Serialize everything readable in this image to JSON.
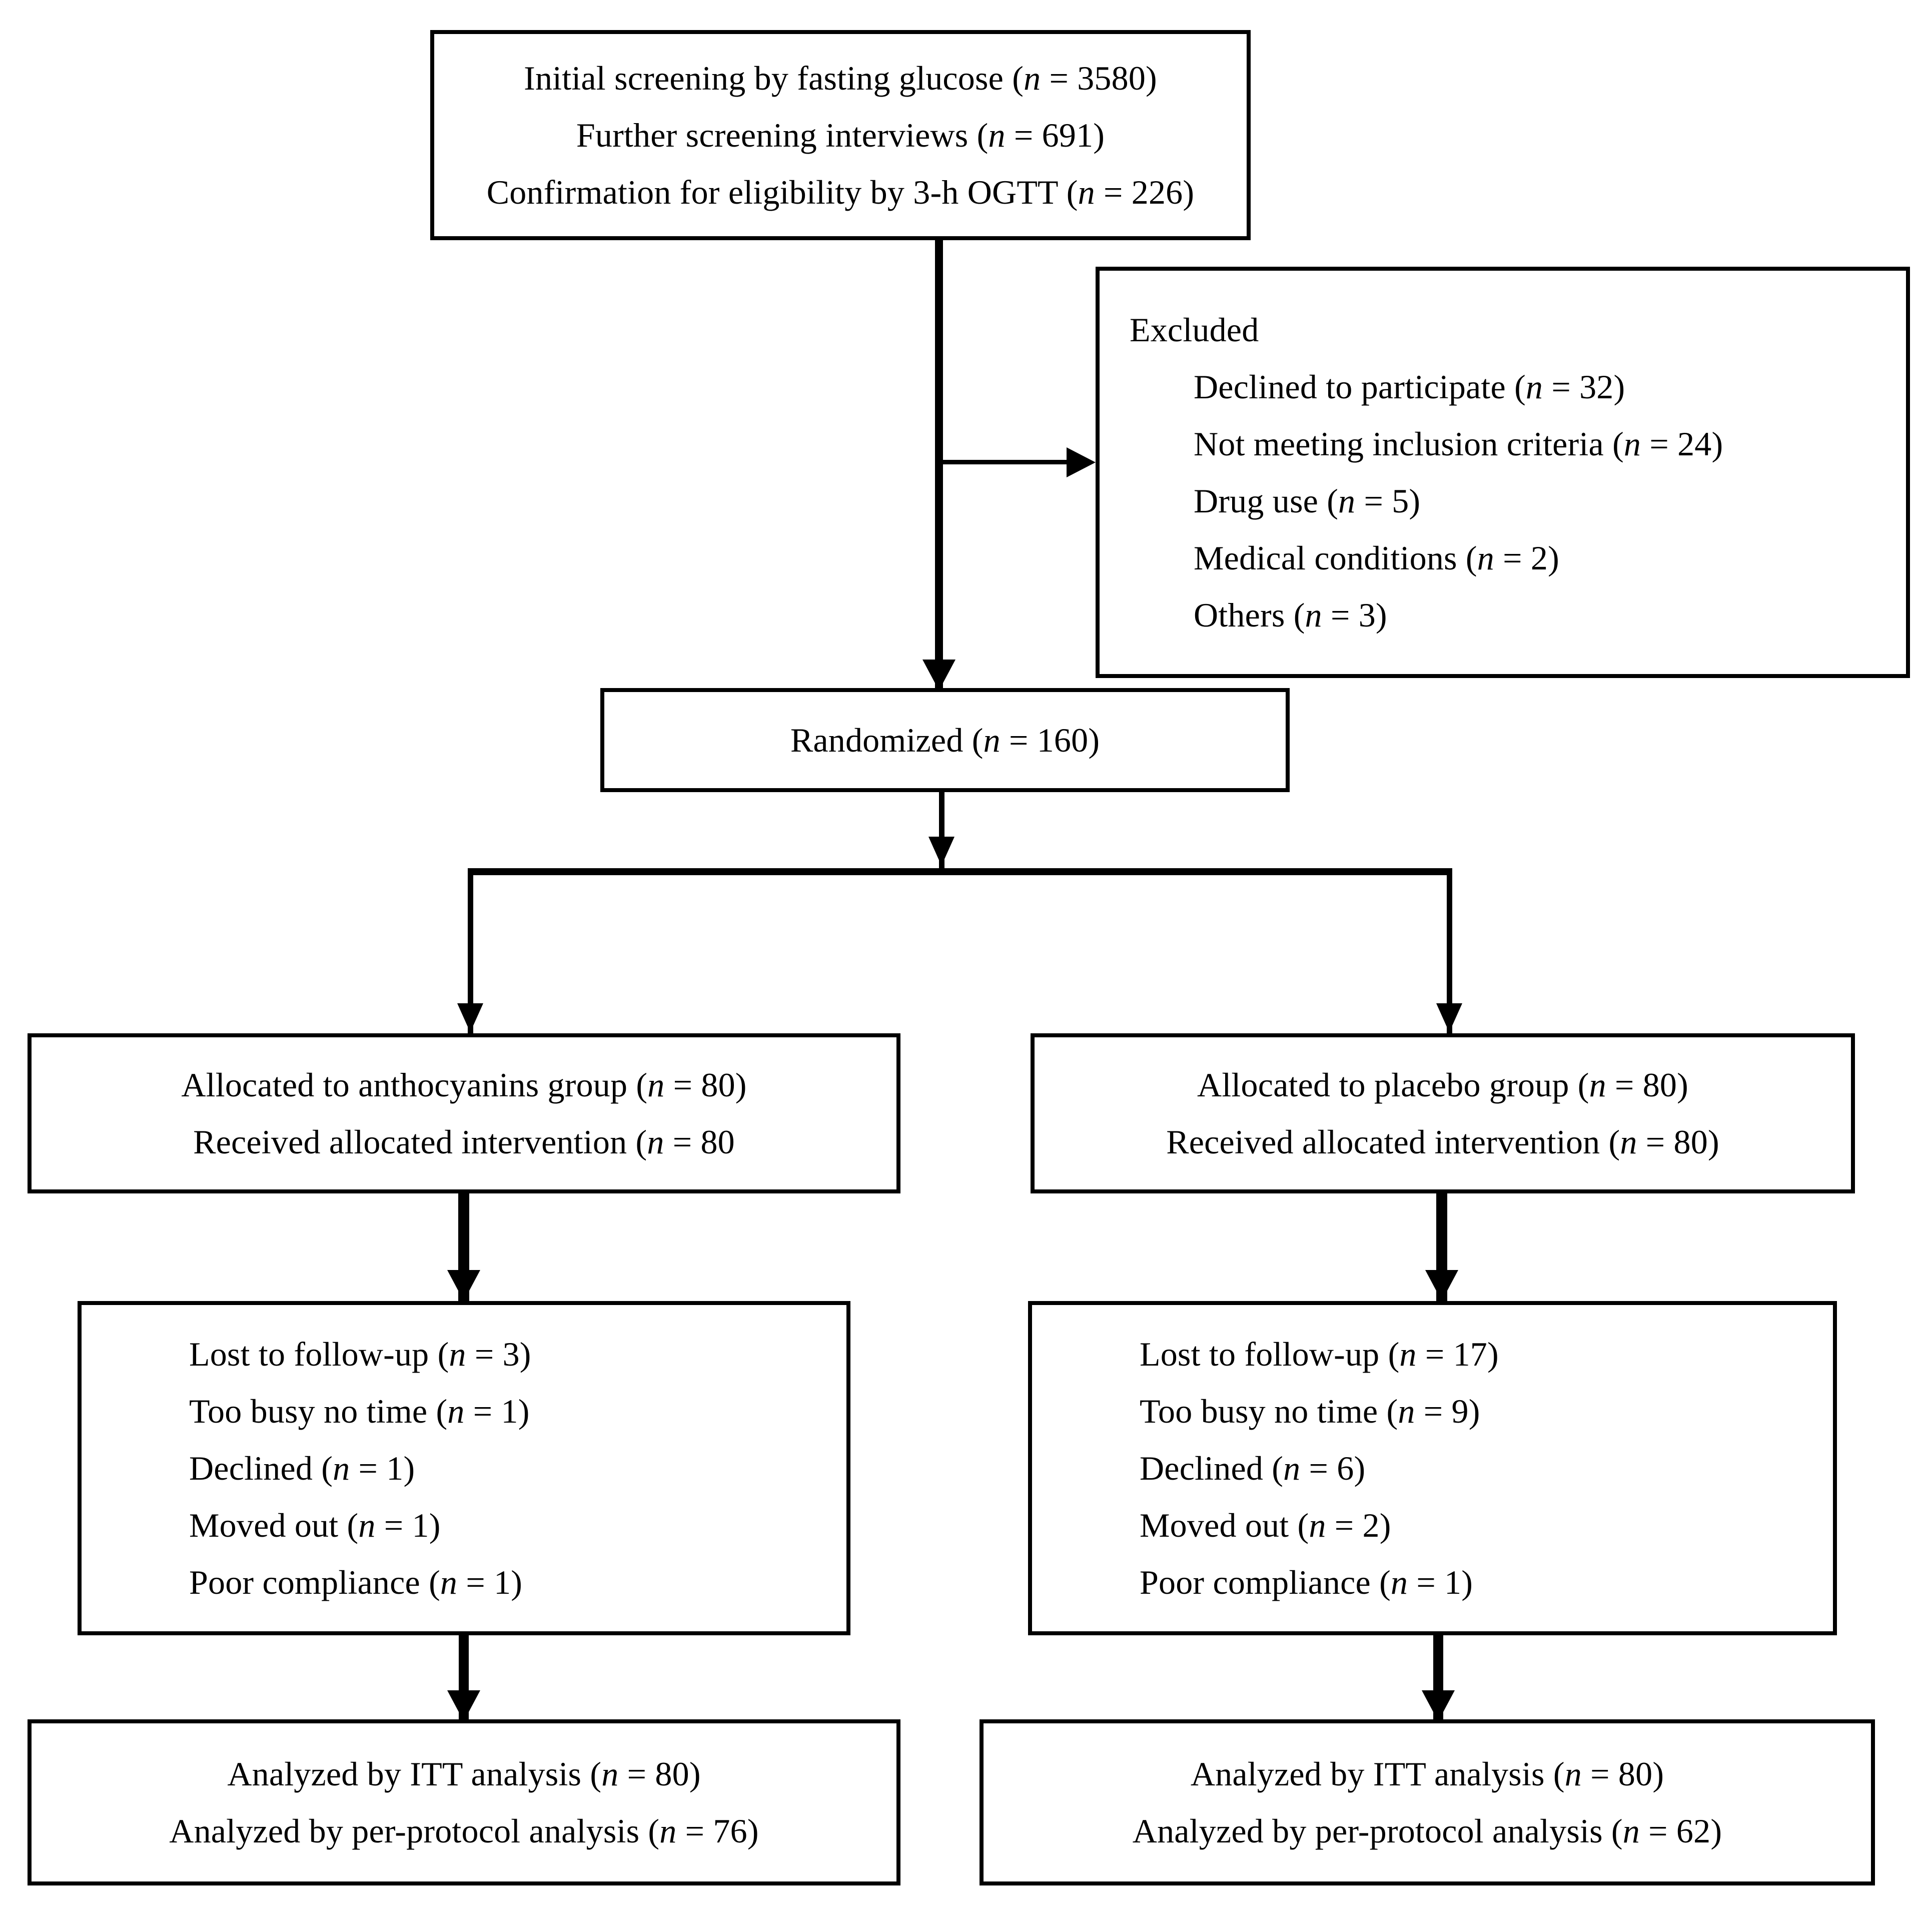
{
  "diagram": {
    "title": "CONSORT participant flow diagram",
    "type": "flowchart",
    "stroke_color": "#000000",
    "background_color": "#ffffff"
  },
  "nodes": {
    "screening": {
      "name": "screening-box",
      "lines": [
        "Initial screening by fasting glucose (n = 3580)",
        "Further screening interviews (n = 691)",
        "Confirmation for eligibility by 3-h OGTT (n = 226)"
      ],
      "parts": [
        {
          "text": "Initial screening by fasting glucose (",
          "ital": "n",
          "tail": " = 3580)"
        },
        {
          "text": "Further screening interviews (",
          "ital": "n",
          "tail": " = 691)"
        },
        {
          "text": "Confirmation for eligibility by 3-h OGTT (",
          "ital": "n",
          "tail": " = 226)"
        }
      ]
    },
    "excluded": {
      "name": "excluded-box",
      "heading": "Excluded",
      "items": [
        {
          "text": "Declined to participate (",
          "ital": "n",
          "tail": " = 32)"
        },
        {
          "text": "Not meeting inclusion criteria (",
          "ital": "n",
          "tail": " = 24)"
        },
        {
          "text": "Drug use (",
          "ital": "n",
          "tail": " = 5)"
        },
        {
          "text": "Medical conditions (",
          "ital": "n",
          "tail": " = 2)"
        },
        {
          "text": "Others (",
          "ital": "n",
          "tail": " = 3)"
        }
      ]
    },
    "randomized": {
      "name": "randomized-box",
      "parts": [
        {
          "text": "Randomized (",
          "ital": "n",
          "tail": " = 160)"
        }
      ]
    },
    "allocation_left": {
      "name": "allocated-anthocyanins-box",
      "parts": [
        {
          "text": "Allocated to anthocyanins group (",
          "ital": "n",
          "tail": " = 80)"
        },
        {
          "text": "Received allocated intervention (",
          "ital": "n",
          "tail": " = 80"
        }
      ]
    },
    "allocation_right": {
      "name": "allocated-placebo-box",
      "parts": [
        {
          "text": "Allocated to placebo group (",
          "ital": "n",
          "tail": " = 80)"
        },
        {
          "text": "Received allocated intervention (",
          "ital": "n",
          "tail": " = 80)"
        }
      ]
    },
    "followup_left": {
      "name": "followup-anthocyanins-box",
      "parts": [
        {
          "text": "Lost to follow-up (",
          "ital": "n",
          "tail": " = 3)"
        },
        {
          "text": "Too busy no time (",
          "ital": "n",
          "tail": " = 1)"
        },
        {
          "text": "Declined (",
          "ital": "n",
          "tail": " = 1)"
        },
        {
          "text": "Moved out (",
          "ital": "n",
          "tail": " = 1)"
        },
        {
          "text": "Poor compliance (",
          "ital": "n",
          "tail": " = 1)"
        }
      ]
    },
    "followup_right": {
      "name": "followup-placebo-box",
      "parts": [
        {
          "text": "Lost to follow-up (",
          "ital": "n",
          "tail": " = 17)"
        },
        {
          "text": "Too busy no time (",
          "ital": "n",
          "tail": " = 9)"
        },
        {
          "text": "Declined (",
          "ital": "n",
          "tail": " = 6)"
        },
        {
          "text": "Moved out (",
          "ital": "n",
          "tail": " = 2)"
        },
        {
          "text": "Poor compliance (",
          "ital": "n",
          "tail": " = 1)"
        }
      ]
    },
    "analysis_left": {
      "name": "analysis-anthocyanins-box",
      "parts": [
        {
          "text": "Analyzed by ITT analysis (",
          "ital": "n",
          "tail": " = 80)"
        },
        {
          "text": "Analyzed by per-protocol analysis (",
          "ital": "n",
          "tail": " = 76)"
        }
      ]
    },
    "analysis_right": {
      "name": "analysis-placebo-box",
      "parts": [
        {
          "text": "Analyzed by ITT analysis (",
          "ital": "n",
          "tail": " = 80)"
        },
        {
          "text": "Analyzed by per-protocol analysis (",
          "ital": "n",
          "tail": " = 62)"
        }
      ]
    }
  },
  "chart_data": {
    "type": "flow",
    "title": "CONSORT participant flow diagram",
    "stages": [
      {
        "stage": "Initial screening by fasting glucose",
        "n": 3580
      },
      {
        "stage": "Further screening interviews",
        "n": 691
      },
      {
        "stage": "Confirmation for eligibility by 3-h OGTT",
        "n": 226
      },
      {
        "stage": "Randomized",
        "n": 160
      }
    ],
    "exclusions": [
      {
        "reason": "Declined to participate",
        "n": 32
      },
      {
        "reason": "Not meeting inclusion criteria",
        "n": 24
      },
      {
        "reason": "Drug use",
        "n": 5
      },
      {
        "reason": "Medical conditions",
        "n": 2
      },
      {
        "reason": "Others",
        "n": 3
      }
    ],
    "arms": [
      {
        "name": "Anthocyanins",
        "allocated": 80,
        "received_intervention": 80,
        "losses": [
          {
            "reason": "Lost to follow-up",
            "n": 3
          },
          {
            "reason": "Too busy no time",
            "n": 1
          },
          {
            "reason": "Declined",
            "n": 1
          },
          {
            "reason": "Moved out",
            "n": 1
          },
          {
            "reason": "Poor compliance",
            "n": 1
          }
        ],
        "analyzed_itt": 80,
        "analyzed_per_protocol": 76
      },
      {
        "name": "Placebo",
        "allocated": 80,
        "received_intervention": 80,
        "losses": [
          {
            "reason": "Lost to follow-up",
            "n": 17
          },
          {
            "reason": "Too busy no time",
            "n": 9
          },
          {
            "reason": "Declined",
            "n": 6
          },
          {
            "reason": "Moved out",
            "n": 2
          },
          {
            "reason": "Poor compliance",
            "n": 1
          }
        ],
        "analyzed_itt": 80,
        "analyzed_per_protocol": 62
      }
    ]
  }
}
